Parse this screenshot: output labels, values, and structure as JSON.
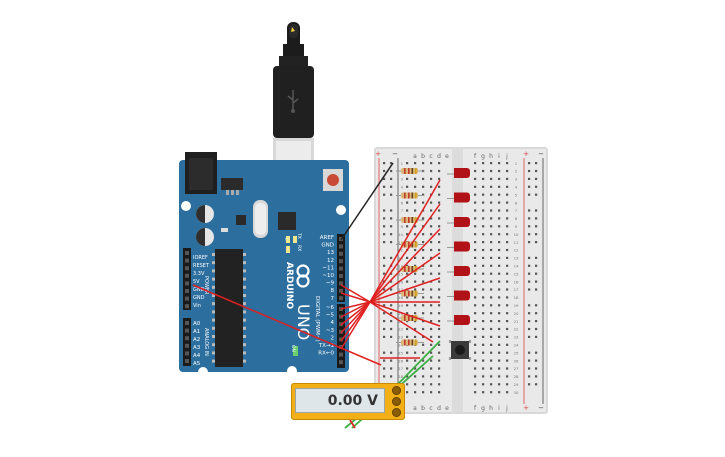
{
  "arduino": {
    "model": "UNO",
    "brand": "ARDUINO",
    "power_labels": [
      "IOREF",
      "RESET",
      "3.3V",
      "5V",
      "GND",
      "GND",
      "Vin"
    ],
    "analog_labels": [
      "A0",
      "A1",
      "A2",
      "A3",
      "A4",
      "A5"
    ],
    "power_header": "POWER",
    "analog_header": "ANALOG IN",
    "digital_labels": [
      "AREF",
      "GND",
      "13",
      "12",
      "~11",
      "~10",
      "~9",
      "8",
      "7",
      "~6",
      "~5",
      "4",
      "~3",
      "2",
      "TX→1",
      "RX←0"
    ],
    "digital_header": "DIGITAL (PWM~)",
    "led_labels": [
      "L",
      "TX",
      "RX"
    ],
    "on_label": "ON"
  },
  "breadboard": {
    "columns_left": [
      "a",
      "b",
      "c",
      "d",
      "e"
    ],
    "columns_right": [
      "f",
      "g",
      "h",
      "i",
      "j"
    ],
    "rows": [
      "1",
      "2",
      "3",
      "4",
      "5",
      "6",
      "7",
      "8",
      "9",
      "10",
      "11",
      "12",
      "13",
      "14",
      "15",
      "16",
      "17",
      "18",
      "19",
      "20",
      "21",
      "22",
      "23",
      "24",
      "25",
      "26",
      "27",
      "28",
      "29",
      "30"
    ],
    "rail_plus": "+",
    "rail_minus": "−"
  },
  "multimeter": {
    "reading": "0.00 V"
  },
  "colors": {
    "board": "#2c6e9e",
    "wire_red": "#e02020",
    "wire_green": "#3cb043",
    "wire_black": "#222222",
    "led": "#c8161d",
    "meter": "#f2b016"
  },
  "icons": [
    "usb-cable-icon",
    "usb-symbol-icon",
    "reset-button-icon",
    "pushbutton-icon"
  ]
}
